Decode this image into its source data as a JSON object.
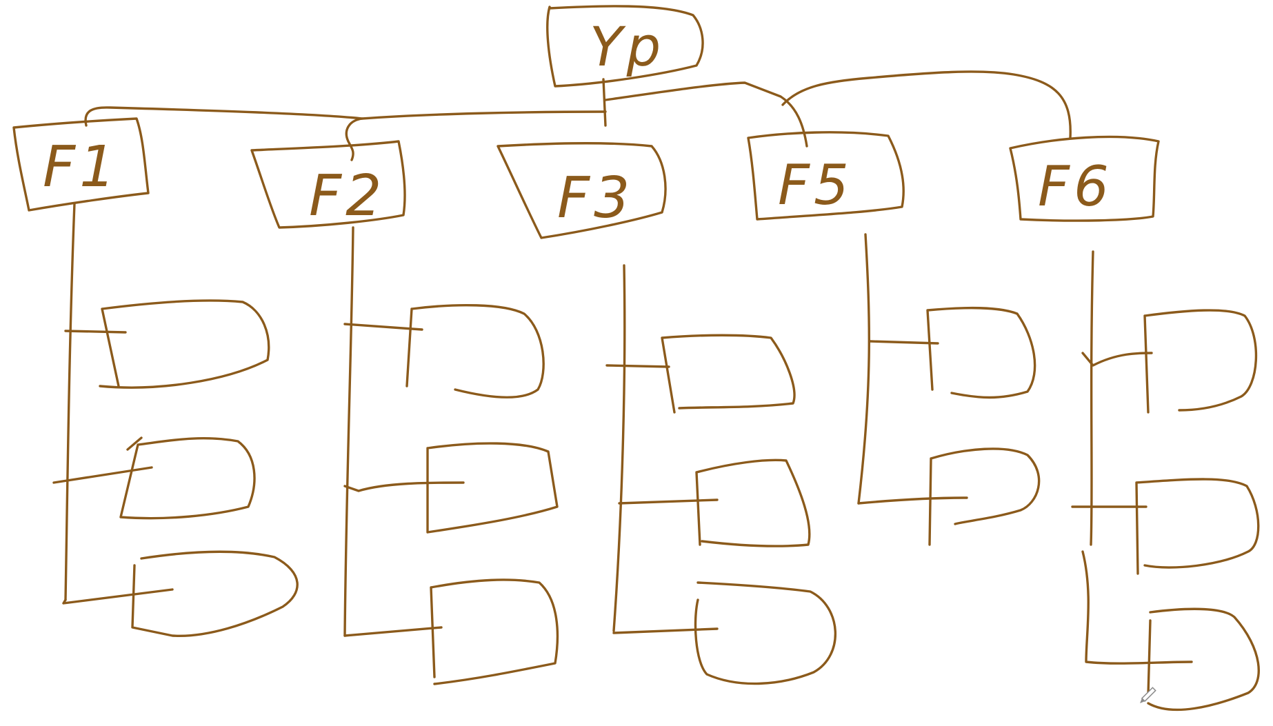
{
  "ink_color": "#8B5A1B",
  "root": {
    "label": "Yp"
  },
  "features": [
    {
      "id": "f1",
      "label": "F1",
      "gate_count": 3
    },
    {
      "id": "f2",
      "label": "F2",
      "gate_count": 3
    },
    {
      "id": "f3",
      "label": "F3",
      "gate_count": 3
    },
    {
      "id": "f5",
      "label": "F5",
      "gate_count": 2
    },
    {
      "id": "f6",
      "label": "F6",
      "gate_count": 3
    }
  ],
  "gate_type": "and-gate",
  "pen_cursor_icon": "pen-cursor-icon"
}
